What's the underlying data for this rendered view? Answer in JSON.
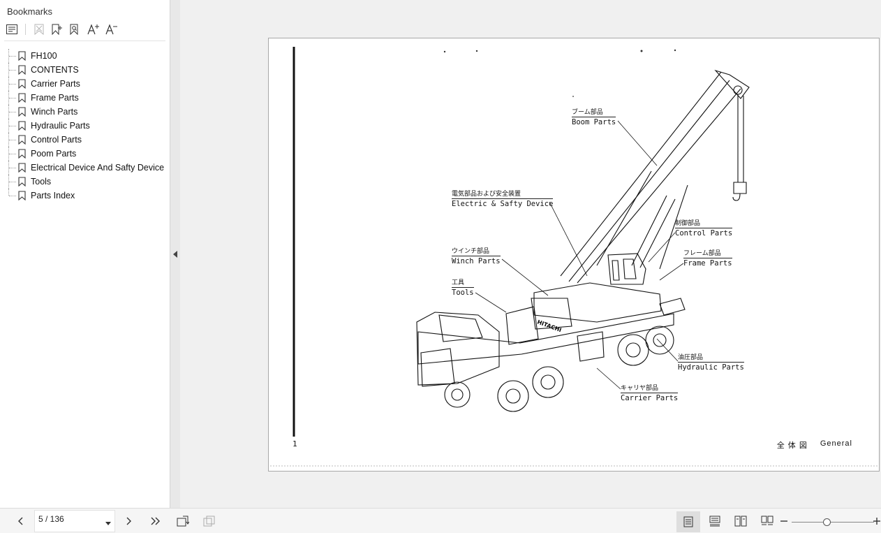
{
  "sidebar": {
    "title": "Bookmarks",
    "toolbar": [
      "outline-options-icon",
      "delete-bookmark-icon",
      "add-bookmark-icon",
      "find-bookmark-icon",
      "enlarge-text-icon",
      "shrink-text-icon"
    ],
    "bookmarks": [
      {
        "label": "FH100"
      },
      {
        "label": "CONTENTS"
      },
      {
        "label": "Carrier Parts"
      },
      {
        "label": "Frame Parts"
      },
      {
        "label": "Winch Parts"
      },
      {
        "label": "Hydraulic Parts"
      },
      {
        "label": "Control Parts"
      },
      {
        "label": "Poom Parts"
      },
      {
        "label": "Electrical Device And Safty Device"
      },
      {
        "label": "Tools"
      },
      {
        "label": "Parts Index"
      }
    ]
  },
  "document": {
    "page_number_printed": "1",
    "footer_jp": "全 体 図",
    "footer_en": "General",
    "callouts": {
      "boom": {
        "jp": "ブーム部品",
        "en": "Boom Parts"
      },
      "electric": {
        "jp": "電気部品および安全装置",
        "en": "Electric & Safty Device"
      },
      "winch": {
        "jp": "ウインチ部品",
        "en": "Winch Parts"
      },
      "tools": {
        "jp": "工具",
        "en": "Tools"
      },
      "control": {
        "jp": "制御部品",
        "en": "Control Parts"
      },
      "frame": {
        "jp": "フレーム部品",
        "en": "Frame Parts"
      },
      "hydraulic": {
        "jp": "油圧部品",
        "en": "Hydraulic Parts"
      },
      "carrier": {
        "jp": "キャリヤ部品",
        "en": "Carrier Parts"
      }
    },
    "brand_on_truck": "HITACHI"
  },
  "statusbar": {
    "page_indicator": "5 / 136",
    "zoom_fraction": 0.42
  },
  "colors": {
    "accent": "#333333",
    "panel": "#ffffff",
    "background": "#f0f0f0"
  }
}
